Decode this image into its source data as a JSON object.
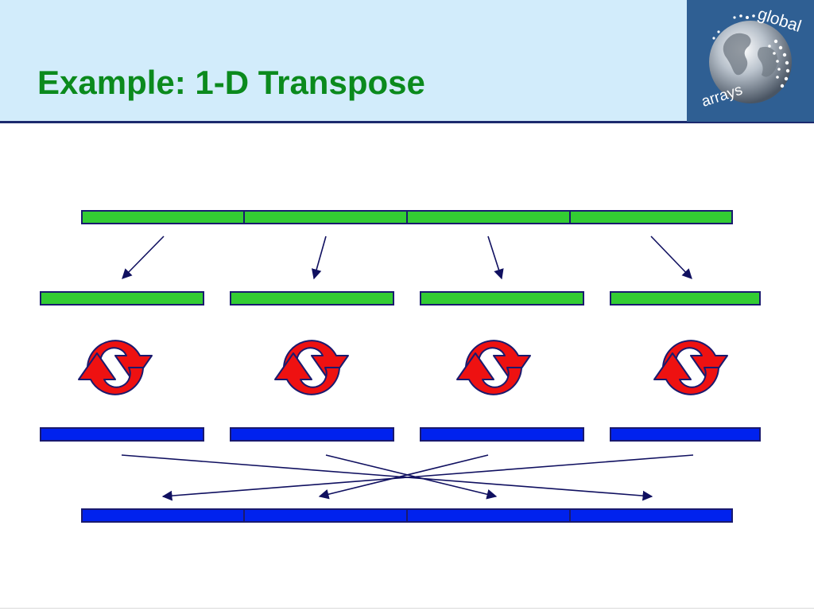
{
  "slide": {
    "title": "Example: 1-D Transpose"
  },
  "logo": {
    "text_top": "global",
    "text_bottom": "arrays",
    "icon": "globe-icon"
  },
  "diagram": {
    "source_array_blocks": 4,
    "local_blocks_before": 4,
    "local_blocks_after": 4,
    "result_array_blocks": 4,
    "icon": "rotate-arrows-icon",
    "colors": {
      "source": "#33cc33",
      "result": "#0022ee",
      "outline": "#1a1a6e",
      "rotate_arrow": "#ee1111",
      "connector": "#101060",
      "header_bg": "#d2ecfb",
      "title": "#0b8a1d"
    }
  }
}
